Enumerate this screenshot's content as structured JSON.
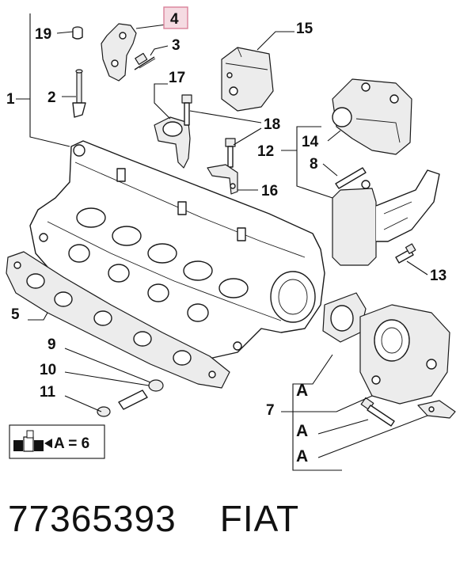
{
  "callouts": {
    "c1": "1",
    "c2": "2",
    "c3": "3",
    "c4": "4",
    "c5": "5",
    "c6": "A",
    "c7": "7",
    "c8": "8",
    "c9": "9",
    "c10": "10",
    "c11": "11",
    "c12": "12",
    "c13": "13",
    "c14": "14",
    "c15": "15",
    "c16": "16",
    "c17": "17",
    "c18": "18",
    "c19": "19",
    "a1": "A",
    "a2": "A",
    "a3": "A"
  },
  "kit_legend": {
    "text": "A = 6"
  },
  "footer": {
    "part_number": "77365393",
    "brand": "FIAT"
  },
  "colors": {
    "highlight_box": "#e8a0b0",
    "ink": "#111111"
  }
}
